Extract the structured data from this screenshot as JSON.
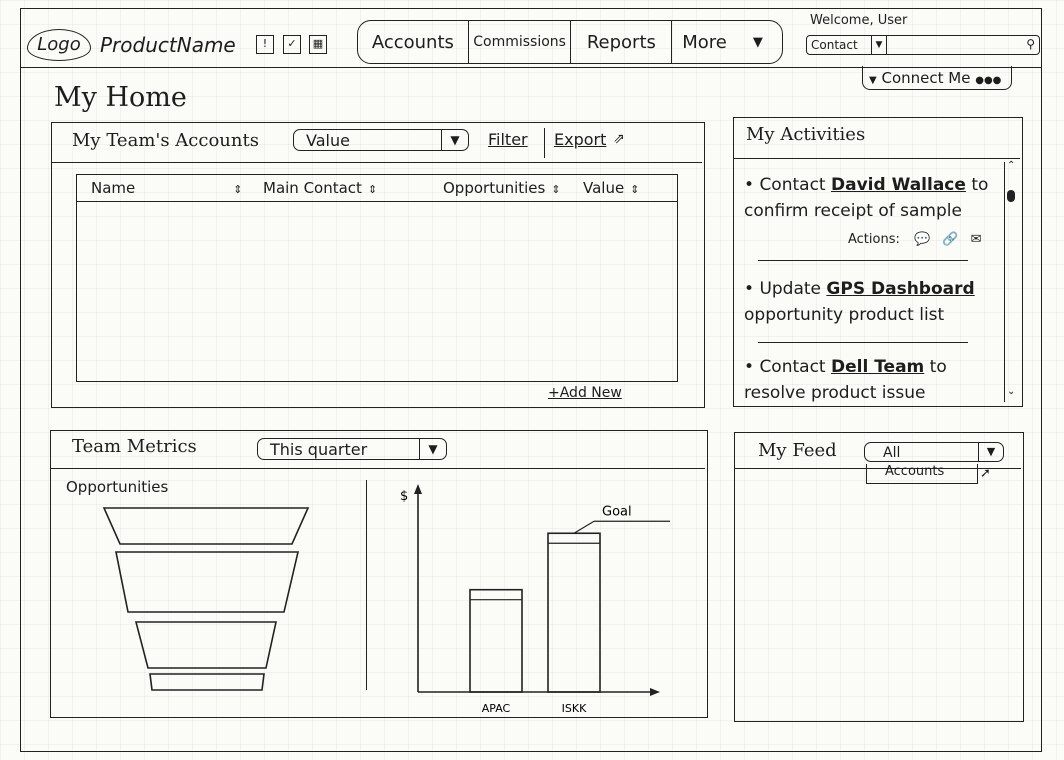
{
  "header": {
    "logo": "Logo",
    "product_name": "ProductName",
    "nav": [
      "Accounts",
      "Commissions",
      "Reports",
      "More"
    ],
    "nav_more_arrow": "▼",
    "welcome": "Welcome, User",
    "search_scope": "Contact",
    "search_placeholder": "",
    "connect": "Connect Me"
  },
  "page_title": "My Home",
  "accounts_panel": {
    "title": "My Team's Accounts",
    "dropdown": "Value",
    "filter": "Filter",
    "export": "Export",
    "columns": [
      "Name",
      "Main Contact",
      "Opportunities",
      "Value"
    ],
    "add_new": "+Add New"
  },
  "activities_panel": {
    "title": "My Activities",
    "items": [
      {
        "pre": "Contact ",
        "link": "David Wallace",
        "post": " to confirm receipt of sample",
        "actions_label": "Actions:"
      },
      {
        "pre": "Update ",
        "link": "GPS Dashboard",
        "post": " opportunity product list"
      },
      {
        "pre": "Contact ",
        "link": "Dell Team",
        "post": " to resolve product issue"
      }
    ]
  },
  "metrics_panel": {
    "title": "Team Metrics",
    "dropdown": "This quarter",
    "funnel_label": "Opportunities"
  },
  "chart_data": {
    "type": "bar",
    "ylabel": "$",
    "categories": [
      "APAC",
      "ISKK"
    ],
    "values": [
      58,
      90
    ],
    "goal_label": "Goal",
    "ylim": [
      0,
      110
    ]
  },
  "feed_panel": {
    "title": "My Feed",
    "dropdown": "All",
    "option": "Accounts"
  }
}
